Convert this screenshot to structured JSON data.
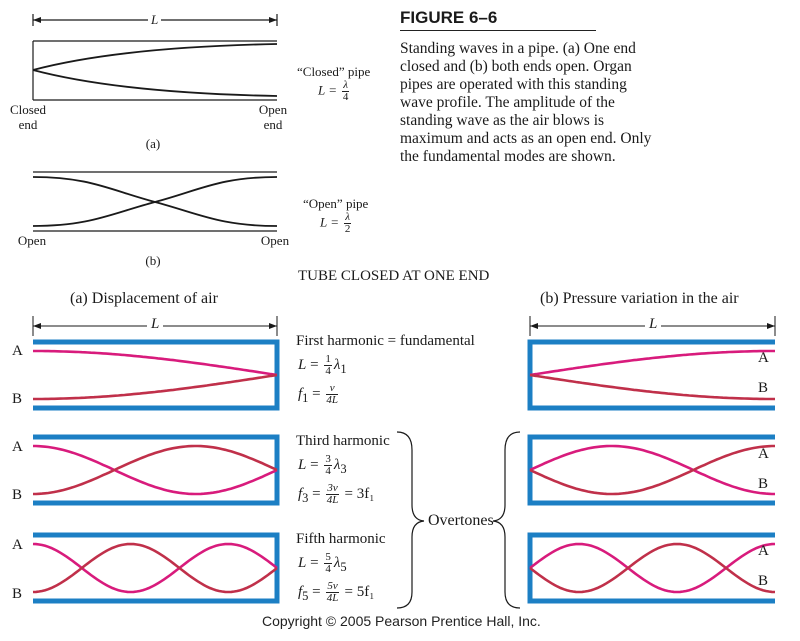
{
  "figure": {
    "title": "FIGURE 6–6",
    "caption": "Standing waves in a pipe. (a) One end closed and (b) both ends open. Organ pipes are operated with this standing wave profile. The amplitude of the standing wave as the air blows is maximum and acts as an open end. Only the fundamental modes are shown."
  },
  "top": {
    "length_label": "L",
    "a": {
      "left_end": "Closed\nend",
      "right_end": "Open\nend",
      "pipe_label": "“Closed” pipe",
      "eq_lhs": "L =",
      "eq_num": "λ",
      "eq_den": "4",
      "panel_label": "(a)"
    },
    "b": {
      "left_end": "Open",
      "right_end": "Open",
      "pipe_label": "“Open” pipe",
      "eq_lhs": "L =",
      "eq_num": "λ",
      "eq_den": "2",
      "panel_label": "(b)"
    }
  },
  "bottom": {
    "title": "TUBE CLOSED AT ONE END",
    "left_heading": "(a)  Displacement of air",
    "right_heading": "(b)  Pressure variation in the air",
    "length_label": "L",
    "label_A": "A",
    "label_B": "B",
    "overtones": "Overtones",
    "harmonics": [
      {
        "name": "First harmonic  =  fundamental",
        "l_num": "1",
        "l_den": "4",
        "l_sym": "λ",
        "l_sub": "1",
        "f_sym": "f",
        "f_sub": "1",
        "f_num": "v",
        "f_den": "4L",
        "f_tail": ""
      },
      {
        "name": "Third harmonic",
        "l_num": "3",
        "l_den": "4",
        "l_sym": "λ",
        "l_sub": "3",
        "f_sym": "f",
        "f_sub": "3",
        "f_num": "3v",
        "f_den": "4L",
        "f_tail": "= 3f₁"
      },
      {
        "name": "Fifth harmonic",
        "l_num": "5",
        "l_den": "4",
        "l_sym": "λ",
        "l_sub": "5",
        "f_sym": "f",
        "f_sub": "5",
        "f_num": "5v",
        "f_den": "4L",
        "f_tail": "= 5f₁"
      }
    ]
  },
  "copyright": "Copyright © 2005 Pearson Prentice Hall, Inc.",
  "colors": {
    "tube": "#1c7fc4",
    "wave_a": "#d81b7c",
    "wave_b": "#c0304a",
    "ink": "#1a1a1a"
  }
}
